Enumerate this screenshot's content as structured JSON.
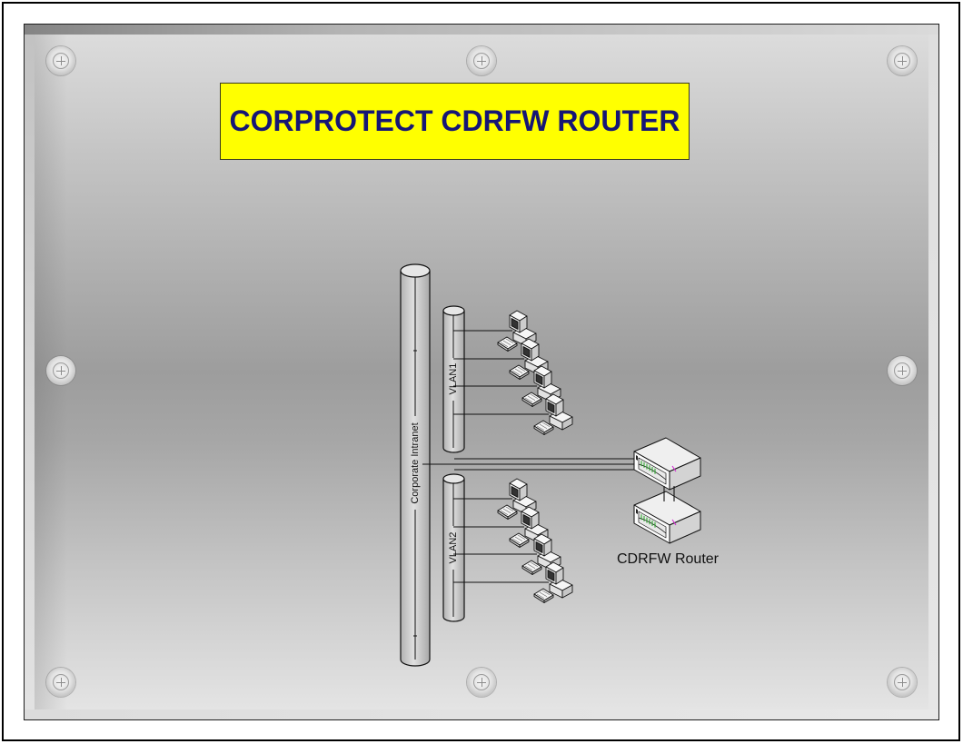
{
  "title": {
    "text": "CORPROTECT CDRFW ROUTER",
    "background": "#ffff00",
    "color": "#161675"
  },
  "diagram": {
    "backbone": {
      "label": "Corporate Intranet",
      "icon": "ethernet-backbone"
    },
    "vlans": [
      {
        "label": "VLAN1",
        "icon": "ethernet-segment",
        "devices": [
          "workstation",
          "workstation",
          "workstation",
          "workstation"
        ]
      },
      {
        "label": "VLAN2",
        "icon": "ethernet-segment",
        "devices": [
          "workstation",
          "workstation",
          "workstation",
          "workstation"
        ]
      }
    ],
    "router": {
      "label": "CDRFW Router",
      "devices": [
        "router",
        "router"
      ]
    }
  },
  "icons": {
    "panel_fastener": "screw-head"
  }
}
